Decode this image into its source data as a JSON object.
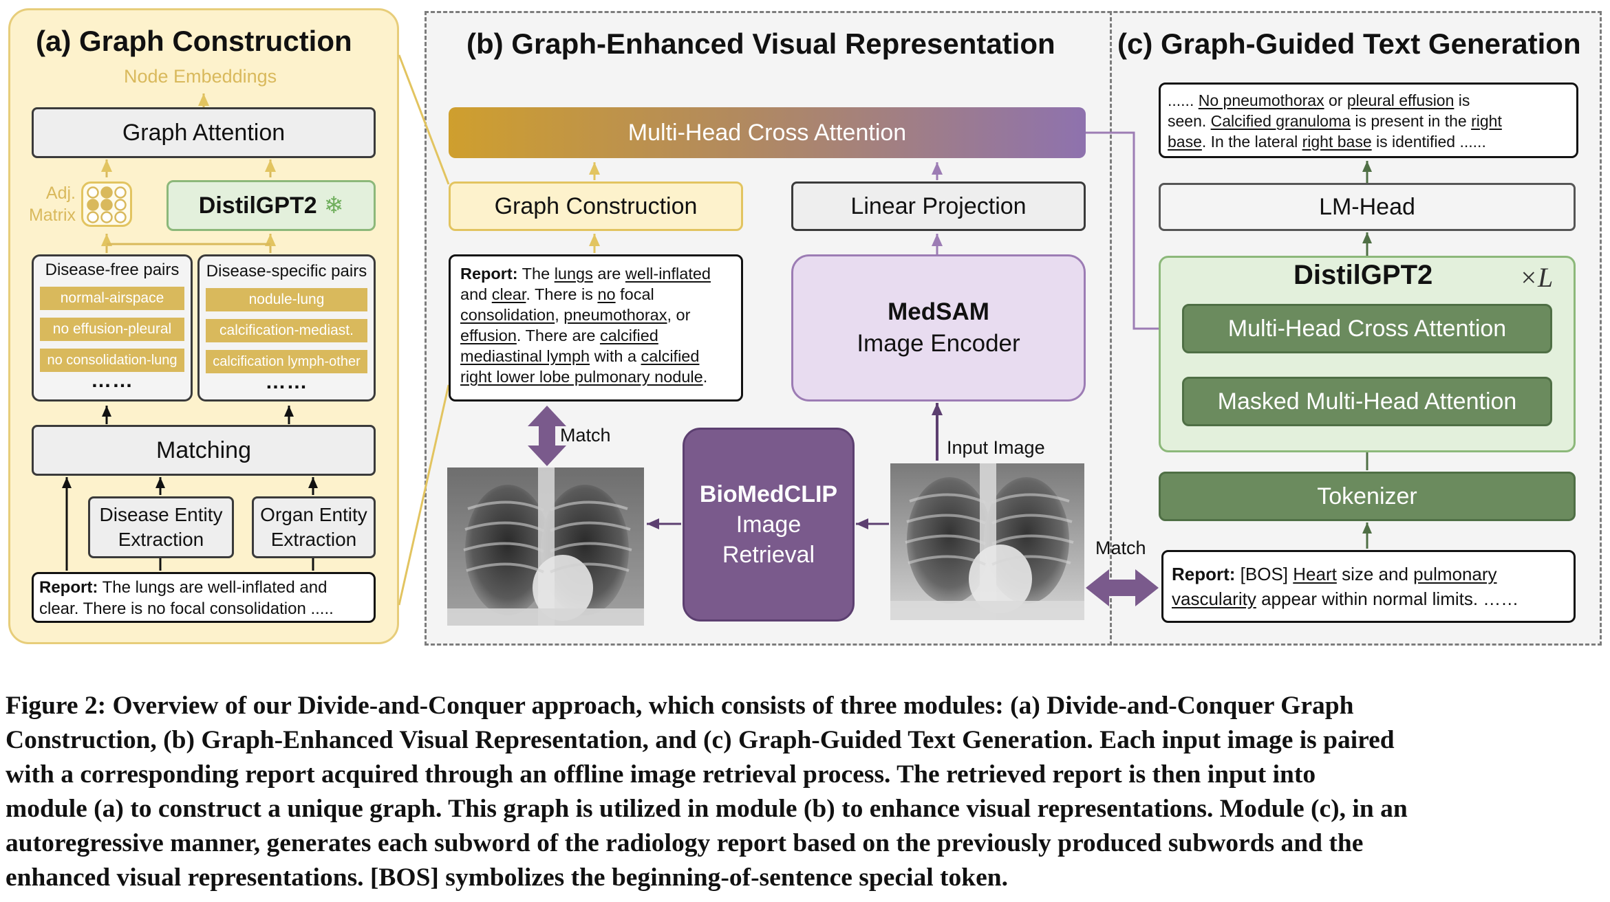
{
  "panel_a": {
    "title": "(a) Graph Construction",
    "node_embeddings": "Node Embeddings",
    "graph_attention": "Graph Attention",
    "adj_matrix_line1": "Adj.",
    "adj_matrix_line2": "Matrix",
    "distilgpt2": "DistilGPT2",
    "disease_free_title": "Disease-free pairs",
    "disease_free_items": [
      "normal-airspace",
      "no effusion-pleural",
      "no consolidation-lung"
    ],
    "disease_specific_title": "Disease-specific pairs",
    "disease_specific_items": [
      "nodule-lung",
      "calcification-mediast.",
      "calcification lymph-other"
    ],
    "dots": "……",
    "matching": "Matching",
    "disease_entity_line1": "Disease Entity",
    "disease_entity_line2": "Extraction",
    "organ_entity_line1": "Organ Entity",
    "organ_entity_line2": "Extraction",
    "report_label": "Report:",
    "report_line1": "The lungs are well-inflated and",
    "report_line2": "clear. There is no focal consolidation ....."
  },
  "panel_b": {
    "title": "(b) Graph-Enhanced Visual Representation",
    "mhca": "Multi-Head Cross Attention",
    "graph_construction": "Graph Construction",
    "linear_projection": "Linear Projection",
    "medsam": "MedSAM",
    "image_encoder": "Image Encoder",
    "report_label": "Report:",
    "match": "Match",
    "input_image": "Input Image",
    "biomedclip": "BioMedCLIP",
    "image_word": "Image",
    "retrieval": "Retrieval"
  },
  "panel_c": {
    "title": "(c) Graph-Guided Text Generation",
    "lm_head": "LM-Head",
    "distilgpt2": "DistilGPT2",
    "times_l": "×L",
    "mhca": "Multi-Head Cross Attention",
    "masked": "Masked Multi-Head Attention",
    "tokenizer": "Tokenizer",
    "match": "Match",
    "report_label": "Report:",
    "report_line1_a": "[BOS]",
    "report_line1_b": "Heart",
    "report_line1_c": "size and",
    "report_line1_d": "pulmonary",
    "report_line2_a": "vascularity",
    "report_line2_b": "appear within normal limits. ……"
  },
  "caption": {
    "lines": [
      "Figure 2: Overview of our Divide-and-Conquer approach, which consists of three modules: (a) Divide-and-Conquer Graph",
      "Construction, (b) Graph-Enhanced Visual Representation, and (c) Graph-Guided Text Generation. Each input image is paired",
      "with a corresponding report acquired through an offline image retrieval process. The retrieved report is then input into",
      "module (a) to construct a unique graph. This graph is utilized in module (b) to enhance visual representations. Module (c), in an",
      "autoregressive manner, generates each subword of the radiology report based on the previously produced subwords and the",
      "enhanced visual representations. [BOS] symbolizes the beginning-of-sentence special token."
    ]
  },
  "colors": {
    "panel_a_fill": "#fdf2cc",
    "gold": "#d9b95c",
    "green_dark": "#6b8b5e",
    "green_light": "#e3f0dc",
    "purple_dark": "#7a5a8c",
    "lavender": "#e8dcf0"
  }
}
